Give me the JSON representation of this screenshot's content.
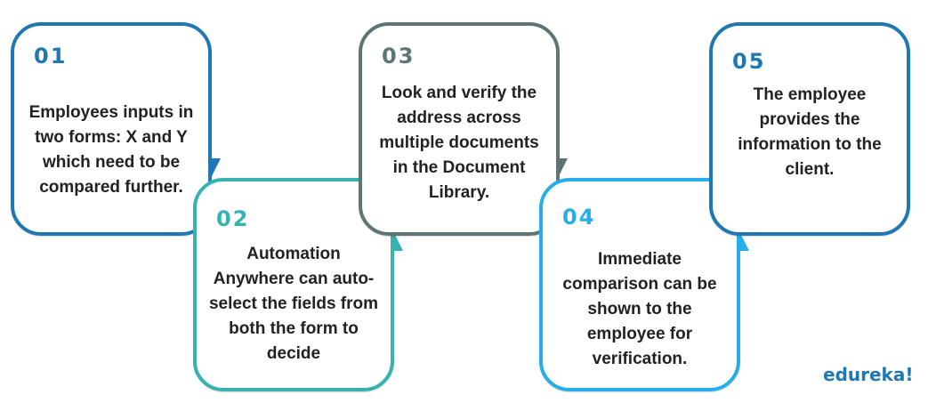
{
  "steps": [
    {
      "number": "01",
      "text": "Employees inputs in\ntwo forms: X and Y\nwhich need to be\ncompared further.",
      "color": "#1f77b4"
    },
    {
      "number": "02",
      "text": "Automation\nAnywhere can auto-\nselect the fields from\nboth the form to\ndecide",
      "color": "#36b3b0"
    },
    {
      "number": "03",
      "text": "Look and verify the\naddress across\nmultiple documents\nin the Document\nLibrary.",
      "color": "#5e7576"
    },
    {
      "number": "04",
      "text": "Immediate\ncomparison can be\nshown to the\nemployee for\nverification.",
      "color": "#25aee9"
    },
    {
      "number": "05",
      "text": "The employee\nprovides the\ninformation to the\nclient.",
      "color": "#1f77b4"
    }
  ],
  "brand": {
    "name": "edureka!",
    "color": "#1f78b4"
  }
}
